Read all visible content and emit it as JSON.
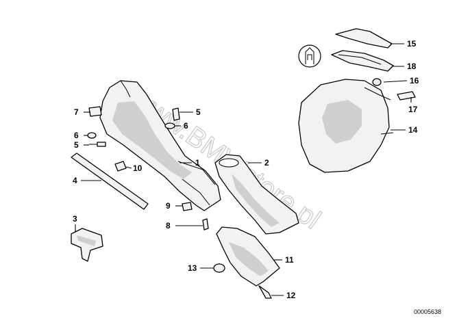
{
  "watermark": "www.BMWstore.pl",
  "reference_number": "00005638",
  "callouts": [
    {
      "id": "c1",
      "label": "1"
    },
    {
      "id": "c2",
      "label": "2"
    },
    {
      "id": "c3",
      "label": "3"
    },
    {
      "id": "c4",
      "label": "4"
    },
    {
      "id": "c5a",
      "label": "5"
    },
    {
      "id": "c5b",
      "label": "5"
    },
    {
      "id": "c6a",
      "label": "6"
    },
    {
      "id": "c6b",
      "label": "6"
    },
    {
      "id": "c7",
      "label": "7"
    },
    {
      "id": "c8",
      "label": "8"
    },
    {
      "id": "c9",
      "label": "9"
    },
    {
      "id": "c10",
      "label": "10"
    },
    {
      "id": "c11",
      "label": "11"
    },
    {
      "id": "c12",
      "label": "12"
    },
    {
      "id": "c13",
      "label": "13"
    },
    {
      "id": "c14",
      "label": "14"
    },
    {
      "id": "c15",
      "label": "15"
    },
    {
      "id": "c16",
      "label": "16"
    },
    {
      "id": "c17",
      "label": "17"
    },
    {
      "id": "c18",
      "label": "18"
    }
  ]
}
